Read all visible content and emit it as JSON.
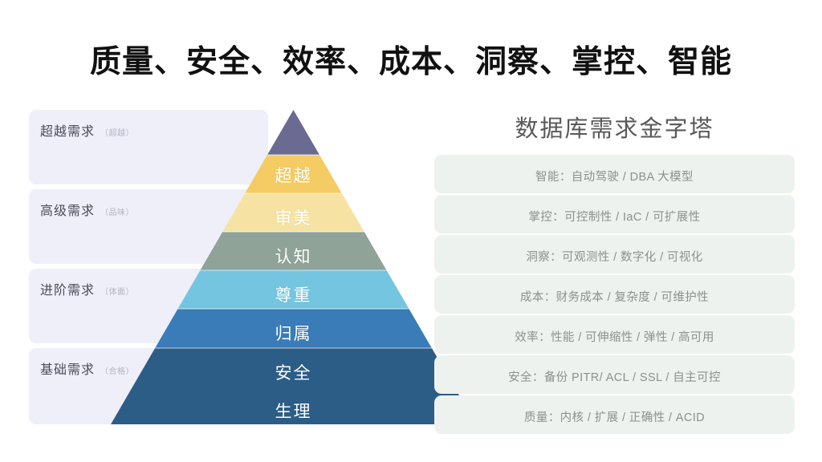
{
  "title": "质量、安全、效率、成本、洞察、掌控、智能",
  "right_panel": {
    "heading": "数据库需求金字塔"
  },
  "left_cards": [
    {
      "title": "超越需求",
      "sub": "（超越）"
    },
    {
      "title": "高级需求",
      "sub": "（品味）"
    },
    {
      "title": "进阶需求",
      "sub": "（体面）"
    },
    {
      "title": "基础需求",
      "sub": "（合格）"
    }
  ],
  "pyramid": {
    "tiers": [
      {
        "label": "超越",
        "color": "#6A6A92"
      },
      {
        "label": "审美",
        "color": "#F5CC64"
      },
      {
        "label": "认知",
        "color": "#F6E2A2"
      },
      {
        "label": "尊重",
        "color": "#8FA398"
      },
      {
        "label": "归属",
        "color": "#73C5E0"
      },
      {
        "label": "安全",
        "color": "#3A7CB8"
      },
      {
        "label": "生理",
        "color": "#2C5D87"
      }
    ]
  },
  "details": [
    {
      "text": "智能：自动驾驶 /  DBA 大模型"
    },
    {
      "text": "掌控：可控制性 / IaC / 可扩展性"
    },
    {
      "text": "洞察：可观测性 / 数字化 / 可视化"
    },
    {
      "text": "成本：财务成本 / 复杂度 / 可维护性"
    },
    {
      "text": "效率：性能 / 可伸缩性 / 弹性 / 高可用"
    },
    {
      "text": "安全：备份 PITR/ ACL / SSL / 自主可控"
    },
    {
      "text": "质量：内核 /  扩展 / 正确性 / ACID"
    }
  ],
  "colors": {
    "left_card_bg": "#EFEFF9",
    "right_row_bg": "#EDF2EE",
    "page_bg": "#FFFFFF",
    "title_color": "#111111",
    "heading_color": "#595959"
  }
}
